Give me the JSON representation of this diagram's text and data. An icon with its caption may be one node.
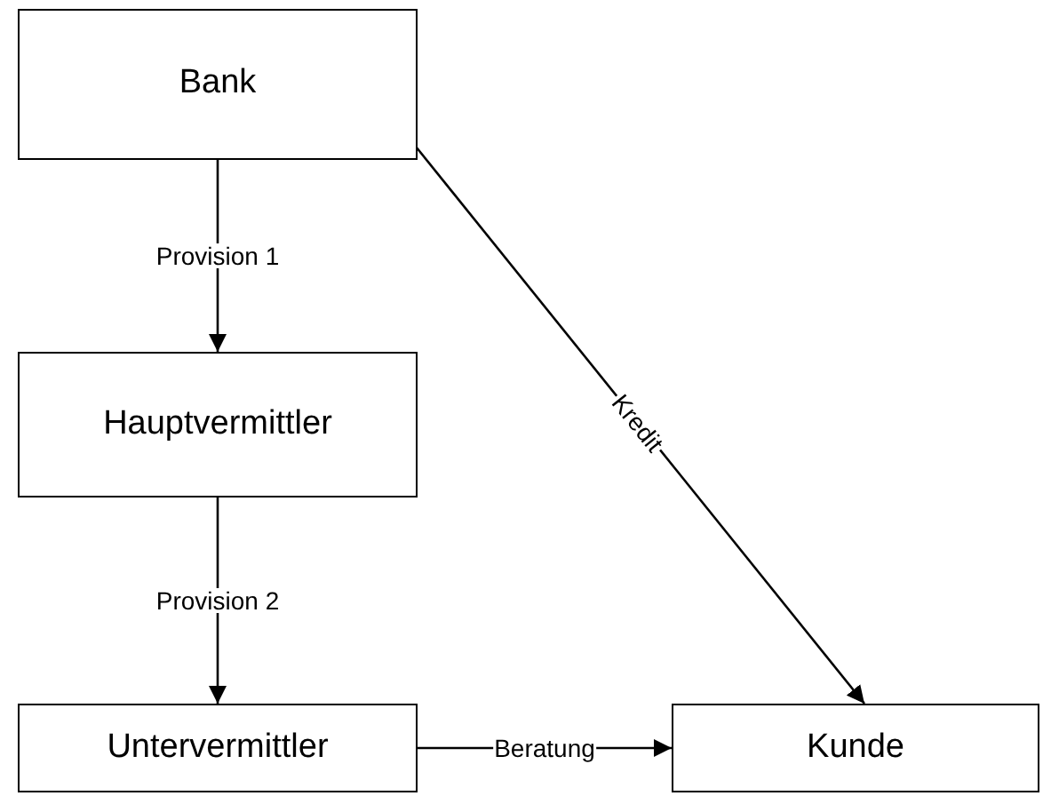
{
  "diagram": {
    "nodes": [
      {
        "text": [
          "Bank"
        ]
      },
      {
        "text": [
          "Hauptvermittler"
        ]
      },
      {
        "text": [
          "Untervermittler"
        ]
      },
      {
        "text": [
          "Kunde"
        ]
      }
    ],
    "edges": [
      {
        "from": 0,
        "to": 1,
        "arrow": "to",
        "label": "Provision 1"
      },
      {
        "from": 1,
        "to": 2,
        "arrow": "to",
        "label": "Provision 2"
      },
      {
        "from": 0,
        "to": 3,
        "arrow": "to",
        "label": "Kredit"
      },
      {
        "from": 2,
        "to": 3,
        "arrow": "to",
        "label": "Beratung"
      }
    ]
  }
}
